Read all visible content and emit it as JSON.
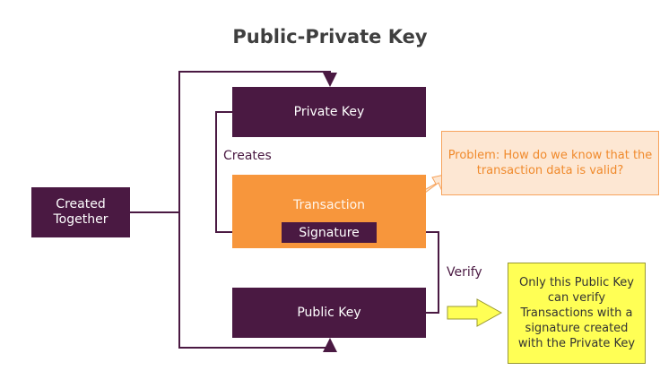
{
  "title": "Public-Private Key",
  "nodes": {
    "created_together": "Created Together",
    "private_key": "Private Key",
    "transaction": "Transaction",
    "signature": "Signature",
    "public_key": "Public Key"
  },
  "edge_labels": {
    "creates": "Creates",
    "verify": "Verify"
  },
  "callouts": {
    "problem": "Problem: How do we know that the transaction data is valid?",
    "note": "Only this Public Key can verify Transactions with a signature created with the Private Key"
  },
  "colors": {
    "purple": "#4a1942",
    "orange": "#f7963c",
    "peach": "#fde7d3",
    "yellow": "#ffff55"
  }
}
